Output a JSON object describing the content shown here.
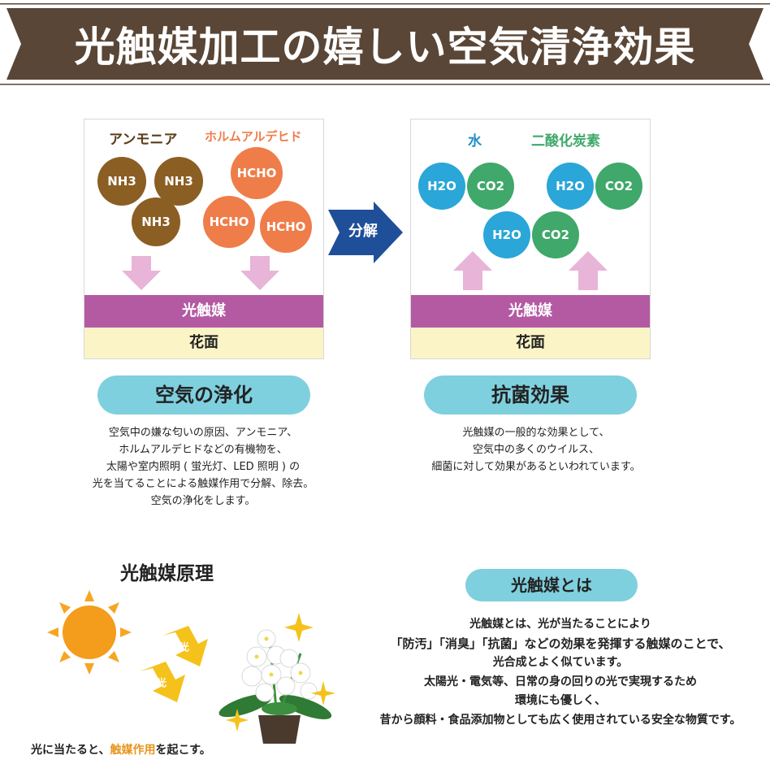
{
  "header": {
    "title": "光触媒加工の嬉しい空気清浄効果",
    "ribbon_color": "#5a4636"
  },
  "left_panel": {
    "label_ammonia": "アンモニア",
    "label_formaldehyde": "ホルムアルデヒド",
    "molecules_nh3": [
      "NH3",
      "NH3",
      "NH3"
    ],
    "molecules_hcho": [
      "HCHO",
      "HCHO",
      "HCHO"
    ],
    "layer_catalyst": "光触媒",
    "layer_surface": "花面"
  },
  "arrow": {
    "label": "分解"
  },
  "right_panel": {
    "label_water": "水",
    "label_co2": "二酸化炭素",
    "molecules_h2o": [
      "H2O",
      "H2O",
      "H2O"
    ],
    "molecules_co2": [
      "CO2",
      "CO2",
      "CO2"
    ],
    "layer_catalyst": "光触媒",
    "layer_surface": "花面"
  },
  "air_purification": {
    "title": "空気の浄化",
    "lines": [
      "空気中の嫌な匂いの原因、アンモニア、",
      "ホルムアルデヒドなどの有機物を、",
      "太陽や室内照明 ( 蛍光灯、LED 照明 ) の",
      "光を当てることによる触媒作用で分解、除去。",
      "空気の浄化をします。"
    ]
  },
  "antibacterial": {
    "title": "抗菌効果",
    "lines": [
      "光触媒の一般的な効果として、",
      "空気中の多くのウイルス、",
      "細菌に対して効果があるといわれています。"
    ]
  },
  "principle": {
    "title": "光触媒原理",
    "light_label_1": "光",
    "light_label_2": "光",
    "caption_before": "光に当たると、",
    "caption_accent": "触媒作用",
    "caption_after": "を起こす。"
  },
  "what_is": {
    "title": "光触媒とは",
    "lines": [
      "光触媒とは、光が当たることにより",
      "「防汚」「消臭」「抗菌」などの効果を発揮する触媒のことで、",
      "光合成とよく似ています。",
      "太陽光・電気等、日常の身の回りの光で実現するため",
      "環境にも優しく、",
      "昔から顔料・食品添加物としても広く使用されている安全な物質です。"
    ]
  },
  "colors": {
    "nh3_brown": "#8b5e23",
    "hcho_orange": "#ef7d4a",
    "h2o_blue": "#2aa6d8",
    "co2_green": "#3fa86a",
    "catalyst_purple": "#b45aa3",
    "pill_cyan": "#7fd0df",
    "arrow_navy": "#1f4f99",
    "pink_arrow": "#e8b4d8"
  }
}
